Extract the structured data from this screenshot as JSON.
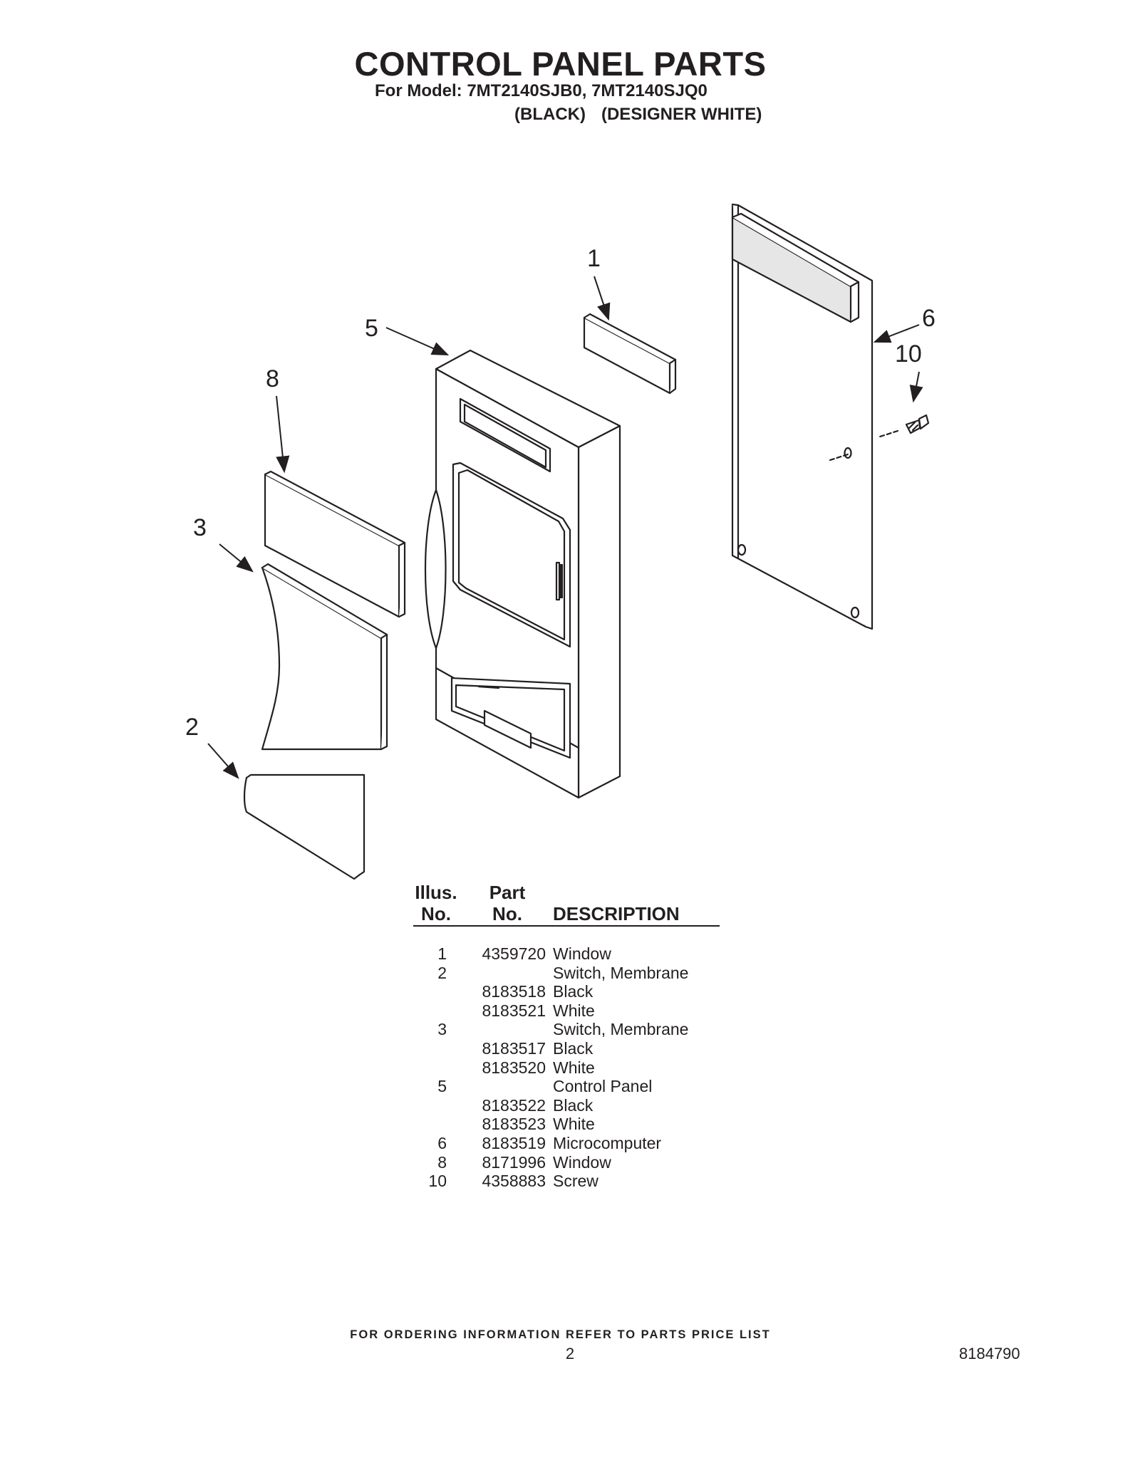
{
  "header": {
    "title": "CONTROL PANEL PARTS",
    "model_line": "For Model: 7MT2140SJB0, 7MT2140SJQ0",
    "variant_black": "(BLACK)",
    "variant_white": "(DESIGNER WHITE)"
  },
  "diagram": {
    "callouts": [
      "1",
      "5",
      "8",
      "3",
      "2",
      "6",
      "10"
    ]
  },
  "parts_table": {
    "headers": {
      "illus_top": "Illus.",
      "illus_bottom": "No.",
      "part_top": "Part",
      "part_bottom": "No.",
      "description": "DESCRIPTION"
    },
    "rows": [
      {
        "illus": "1",
        "part": "4359720",
        "description": "Window"
      },
      {
        "illus": "2",
        "part": "",
        "description": "Switch, Membrane"
      },
      {
        "illus": "",
        "part": "8183518",
        "description": "Black"
      },
      {
        "illus": "",
        "part": "8183521",
        "description": "White"
      },
      {
        "illus": "3",
        "part": "",
        "description": "Switch, Membrane"
      },
      {
        "illus": "",
        "part": "8183517",
        "description": "Black"
      },
      {
        "illus": "",
        "part": "8183520",
        "description": "White"
      },
      {
        "illus": "5",
        "part": "",
        "description": "Control Panel"
      },
      {
        "illus": "",
        "part": "8183522",
        "description": "Black"
      },
      {
        "illus": "",
        "part": "8183523",
        "description": "White"
      },
      {
        "illus": "6",
        "part": "8183519",
        "description": "Microcomputer"
      },
      {
        "illus": "8",
        "part": "8171996",
        "description": "Window"
      },
      {
        "illus": "10",
        "part": "4358883",
        "description": "Screw"
      }
    ]
  },
  "footer": {
    "ordering_note": "FOR ORDERING INFORMATION REFER TO PARTS PRICE LIST",
    "page_number": "2",
    "document_number": "8184790"
  }
}
